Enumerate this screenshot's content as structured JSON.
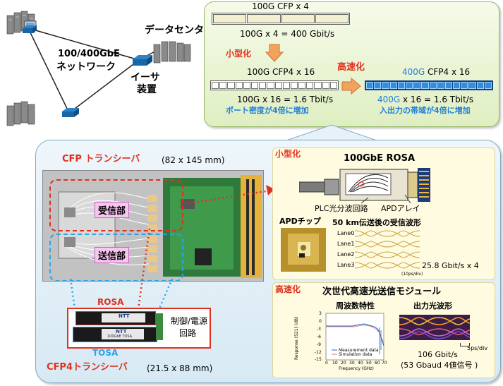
{
  "network": {
    "ring_label_1": "100/400GbE",
    "ring_label_2": "ネットワーク",
    "datacenter": "データセンタ",
    "ethernet_label_1": "イーサ",
    "ethernet_label_2": "装置"
  },
  "top_panel": {
    "cfp_title": "100G CFP x 4",
    "cfp_rate": "100G x 4 = 400 Gbit/s",
    "miniaturize": "小型化",
    "cfp4_title": "100G CFP4 x 16",
    "cfp4_rate": "100G x 16 = 1.6 Tbit/s",
    "port_density": "ポート密度が4倍に増加",
    "speedup": "高速化",
    "cfp4_400_title_a": "400G",
    "cfp4_400_title_b": " CFP4 x 16",
    "cfp4_400_rate_a": "400G",
    "cfp4_400_rate_b": " x 16 = 1.6 Tbit/s",
    "io_bandwidth": "入出力の帯域が4倍に増加"
  },
  "transceiver": {
    "cfp_title": "CFP トランシーバ",
    "cfp_size": "(82 x 145 mm)",
    "receiver": "受信部",
    "transmitter": "送信部",
    "rosa": "ROSA",
    "tosa": "TOSA",
    "control_1": "制御/電源",
    "control_2": "回路",
    "cfp4_title": "CFP4トランシーバ",
    "cfp4_size": "(21.5 x 88 mm)",
    "ntt_1": "NTT",
    "ntt_2": "NTT",
    "tosa_tag": "100GbE TOSA"
  },
  "rosa_panel": {
    "tag": "小型化",
    "title": "100GbE ROSA",
    "plc": "PLC光分波回路",
    "apd_array": "APDアレイ",
    "apd_chip": "APDチップ",
    "received_waveform": "50 km伝送後の受信波形",
    "lanes": [
      "Lane0",
      "Lane1",
      "Lane2",
      "Lane3"
    ],
    "scale": "(10ps/div)",
    "rate": "25.8 Gbit/s x 4"
  },
  "module_panel": {
    "tag": "高速化",
    "title": "次世代高速光送信モジュール",
    "freq_title": "周波数特性",
    "wave_title": "出力光波形",
    "ylabel": "Response (S21) (dB)",
    "xlabel": "Frequency (GHz)",
    "yticks": [
      "3",
      "0",
      "-3",
      "-6",
      "-9",
      "-12",
      "-15"
    ],
    "xticks": [
      "0",
      "10",
      "20",
      "30",
      "40",
      "50",
      "60",
      "70"
    ],
    "legend_measured": "Measurement data",
    "legend_sim": "Simulation data",
    "scale": "5ps/div",
    "rate": "106 Gbit/s",
    "baud": "(53 Gbaud 4値信号 )"
  },
  "colors": {
    "accent_red": "#e0301e",
    "accent_blue": "#1f7fd8",
    "green_panel": "#dfeec2",
    "blue_panel": "#d7e9f3",
    "yellow_panel": "#fffbe0",
    "orange_arrow": "#f2a25c"
  }
}
